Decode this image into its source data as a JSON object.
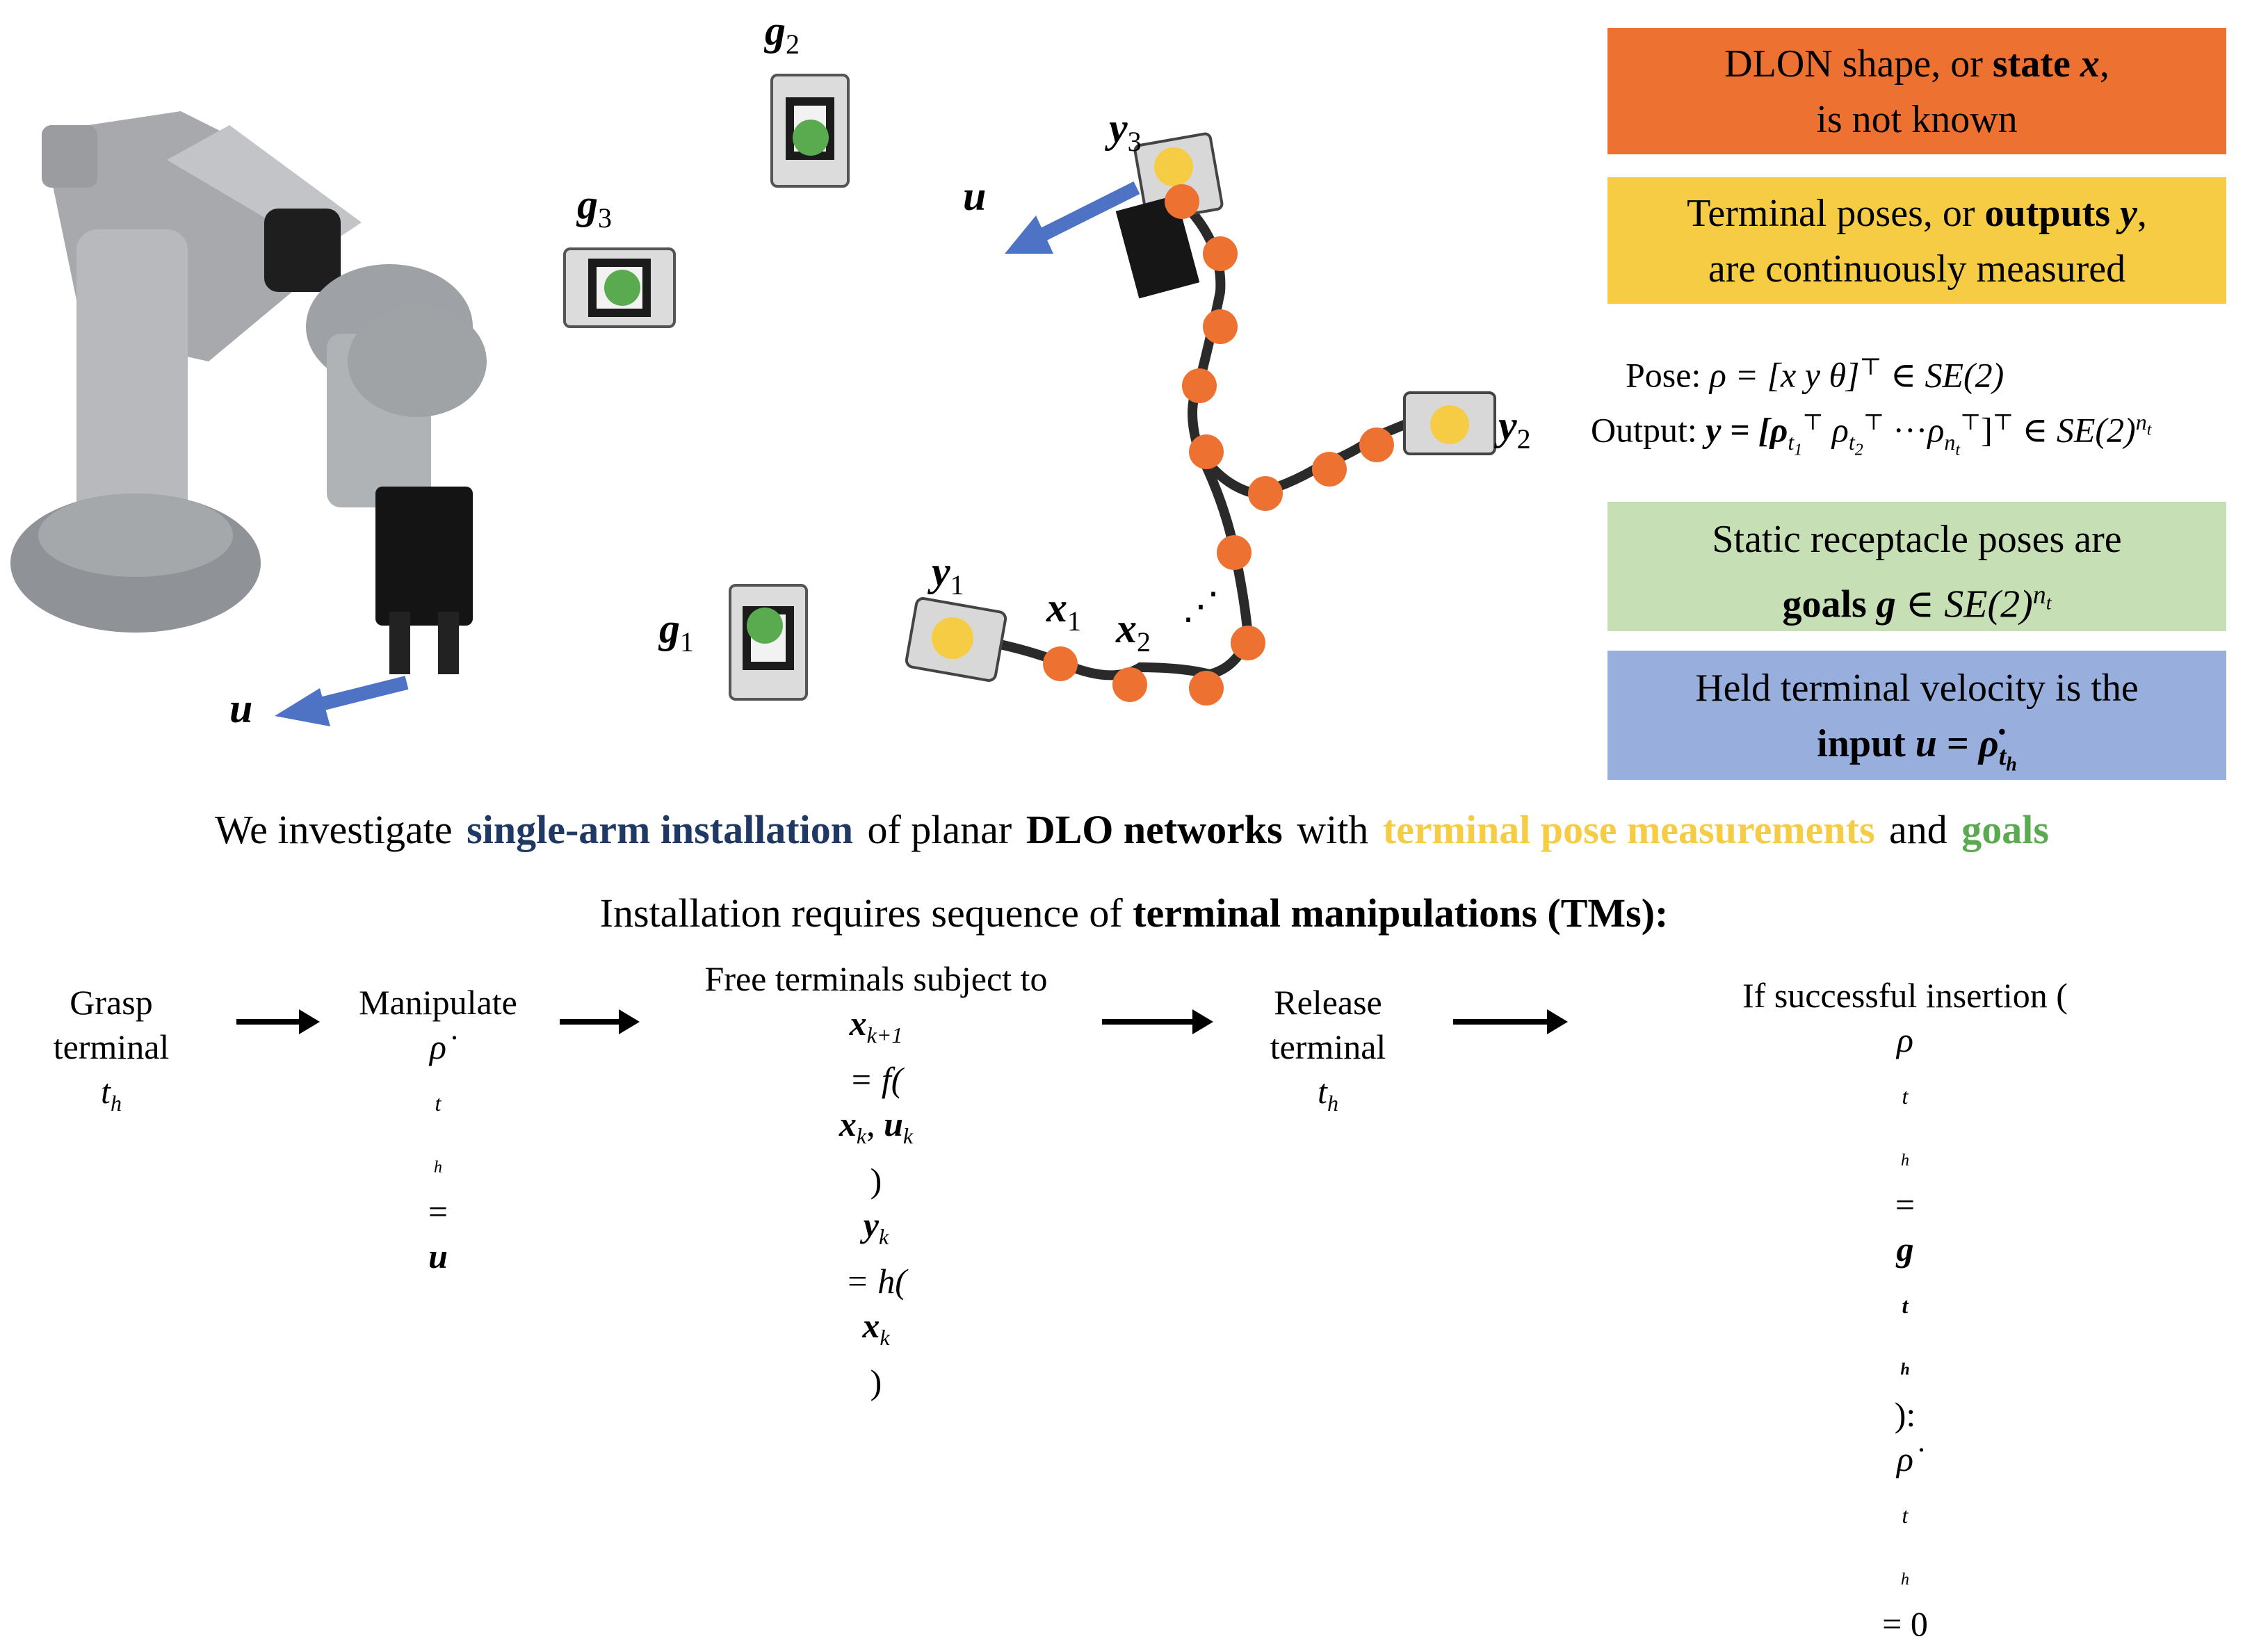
{
  "labels": {
    "g1": "g",
    "g1_sub": "1",
    "g2": "g",
    "g2_sub": "2",
    "g3": "g",
    "g3_sub": "3",
    "y1": "y",
    "y1_sub": "1",
    "y2": "y",
    "y2_sub": "2",
    "y3": "y",
    "y3_sub": "3",
    "x1": "x",
    "x1_sub": "1",
    "x2": "x",
    "x2_sub": "2",
    "dots": "⋰",
    "u_left": "u",
    "u_top": "u"
  },
  "boxes": {
    "state": {
      "line1_a": "DLON shape, or ",
      "line1_b": "state ",
      "line1_c": "x",
      "line1_d": ",",
      "line2": "is not known",
      "color": "#ed7131"
    },
    "outputs": {
      "line1_a": "Terminal poses, or ",
      "line1_b": "outputs ",
      "line1_c": "y",
      "line1_d": ",",
      "line2": "are continuously measured",
      "color": "#f6cc45"
    },
    "goals": {
      "line1": "Static receptacle poses are",
      "line2_a": "goals ",
      "line2_b": "g",
      "line2_c": " ∈ SE(2)",
      "line2_sup": "n",
      "line2_supsub": "t",
      "color": "#c6dfb5"
    },
    "input": {
      "line1": "Held terminal velocity is the",
      "line2_a": "input ",
      "line2_b": "u",
      "line2_c": " = ",
      "line2_d": "ρ̇",
      "line2_sub": "t",
      "line2_subsub": "h",
      "color": "#98aedd"
    }
  },
  "equations": {
    "pose_label": "Pose: ",
    "pose_math": "ρ = [x  y  θ]",
    "pose_tail": " ∈ SE(2)",
    "output_label": "Output: ",
    "output_math": "y = [ρ",
    "output_tail": " ∈ SE(2)",
    "transpose": "⊤",
    "ellipsis": "···",
    "nt_sub": "n",
    "t_sub": "t"
  },
  "sentence": {
    "part1": "We investigate",
    "part2": "single-arm installation",
    "part3": "of planar",
    "part4": "DLO networks",
    "part5": "with",
    "part6": "terminal pose measurements",
    "part7": "and",
    "part8": "goals",
    "color_blue": "#1f3864",
    "color_yellow": "#f6cc45",
    "color_green": "#5aaa4f"
  },
  "subtitle": {
    "part1": "Installation requires sequence of ",
    "part2": "terminal manipulations (TMs):"
  },
  "steps": {
    "s1_l1": "Grasp",
    "s1_l2": "terminal ",
    "s1_l2_m": "t",
    "s1_l2_sub": "h",
    "s2_l1": "Manipulate",
    "s2_l2": "ρ̇",
    "s2_l2_sub": "t",
    "s2_l2_subsub": "h",
    "s2_l2_tail": " = ",
    "s2_l2_u": "u",
    "s3_l1": "Free terminals subject to",
    "s3_l2": "x",
    "s3_l2_sub": "k+1",
    "s3_l2_tail": " = f(",
    "s3_l2_x": "x",
    "s3_l2_k": "k",
    "s3_l2_u": "u",
    "s3_l2_k2": "k",
    "s3_l2_end": ")",
    "s3_l3": "y",
    "s3_l3_sub": "k",
    "s3_l3_tail": " = h(",
    "s3_l3_x": "x",
    "s3_l3_k": "k",
    "s3_l3_end": ")",
    "s4_l1": "Release",
    "s4_l2": "terminal ",
    "s4_l2_m": "t",
    "s4_l2_sub": "h",
    "s5_l1": "If successful insertion (",
    "s5_l1_rho": "ρ",
    "s5_l1_t": "t",
    "s5_l1_h": "h",
    "s5_l1_eq": " = ",
    "s5_l1_g": "g",
    "s5_l1_t2": "t",
    "s5_l1_h2": "h",
    "s5_l1_end": "):",
    "s5_l2": "ρ̇",
    "s5_l2_t": "t",
    "s5_l2_h": "h",
    "s5_l2_tail": " = 0"
  },
  "colors": {
    "orange": "#ed7131",
    "yellow": "#f6cc45",
    "green": "#5aaa4f",
    "blue": "#4e73c4",
    "cable": "#2a2a2a"
  }
}
